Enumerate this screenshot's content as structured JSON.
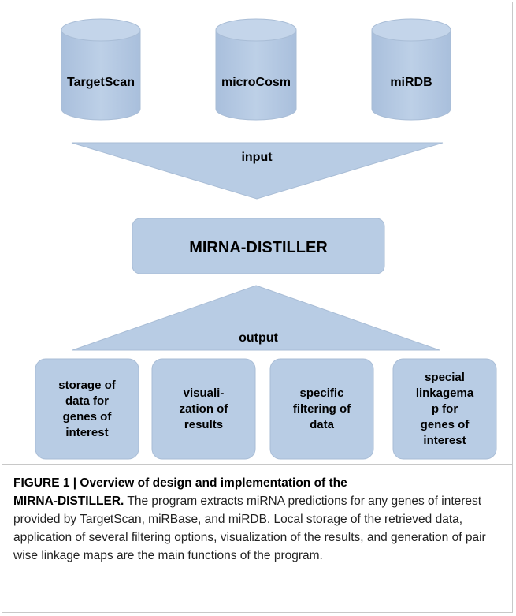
{
  "databases": [
    {
      "label": "TargetScan"
    },
    {
      "label": "microCosm"
    },
    {
      "label": "miRDB"
    }
  ],
  "input_label": "input",
  "center_label": "MIRNA-DISTILLER",
  "output_label": "output",
  "outputs": [
    {
      "lines": [
        "storage of",
        "data for",
        "genes of",
        "interest"
      ]
    },
    {
      "lines": [
        "visuali-",
        "zation of",
        "results"
      ]
    },
    {
      "lines": [
        "specific",
        "filtering of",
        "data"
      ]
    },
    {
      "lines": [
        "special",
        "linkagema",
        "p for",
        "genes of",
        "interest"
      ]
    }
  ],
  "caption": {
    "title_line1": "FIGURE 1 | Overview of design and implementation of the",
    "title_line2": "MIRNA-DISTILLER.",
    "body": " The program extracts miRNA predictions for any genes of interest provided by TargetScan, miRBase, and miRDB. Local storage of the retrieved data, application of several filtering options, visualization of the results, and generation of pair wise linkage maps are the main functions of the program."
  },
  "colors": {
    "shape_fill": "#b8cce4",
    "shape_stroke": "#a9bdd6"
  }
}
